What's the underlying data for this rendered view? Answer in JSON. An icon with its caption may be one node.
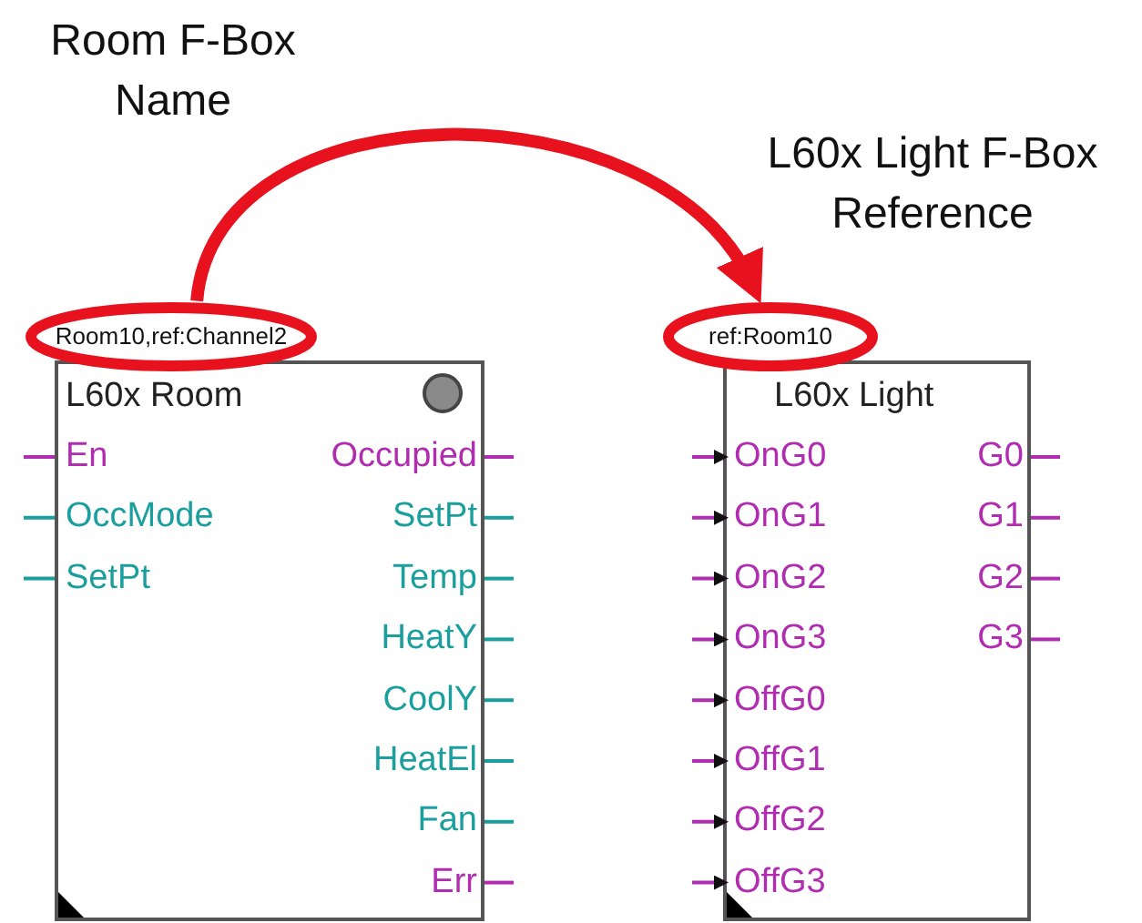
{
  "diagram": {
    "nodes": [
      {
        "text": [
          "L60x Room"
        ]
      },
      {
        "text": [
          "L60x Light"
        ]
      },
      {
        "text": [
          "Room10,ref:Channel2"
        ]
      },
      {
        "text": [
          "ref:Room10"
        ]
      }
    ],
    "edges": [
      {
        "from": 2,
        "to": 3,
        "arrow": "to"
      }
    ],
    "labels": [
      "Room F-Box Name",
      "L60x Light F-Box Reference",
      "En",
      "Occupied",
      "OccMode",
      "SetPt",
      "SetPt",
      "Temp",
      "HeatY",
      "CoolY",
      "HeatEl",
      "Fan",
      "Err",
      "OnG0",
      "G0",
      "OnG1",
      "G1",
      "OnG2",
      "G2",
      "OnG3",
      "G3",
      "OffG0",
      "OffG1",
      "OffG2",
      "OffG3"
    ]
  }
}
